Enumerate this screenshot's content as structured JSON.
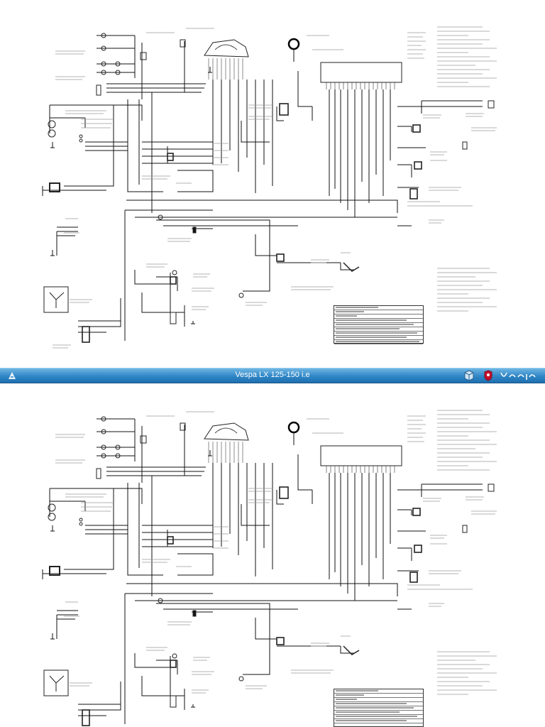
{
  "banner": {
    "title": "Vespa LX 125-150 i.e",
    "brand_color": "#2f86c6",
    "left_logo_icon": "piaggio-logo-icon",
    "right_icons": [
      "box-cube-icon",
      "shield-emblem-icon",
      "vespa-script-logo-icon"
    ]
  },
  "diagram": {
    "line_color": "#111111",
    "copies": [
      "top-page",
      "bottom-page"
    ]
  }
}
